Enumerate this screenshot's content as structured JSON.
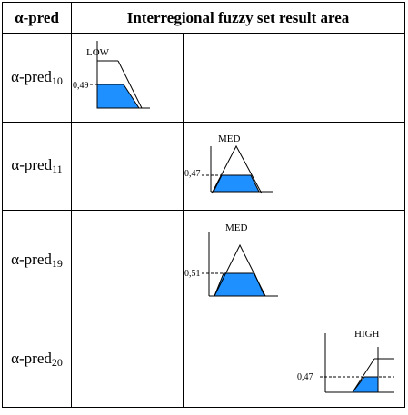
{
  "table": {
    "header": {
      "col1": "α-pred",
      "col2": "Interregional  fuzzy set result area"
    },
    "rows": [
      {
        "label_base": "α-pred",
        "label_sub": "10",
        "set_label": "LOW",
        "level": "0,49",
        "level_value": 0.49,
        "shape": "low",
        "column": 1
      },
      {
        "label_base": "α-pred",
        "label_sub": "11",
        "set_label": "MED",
        "level": "0,47",
        "level_value": 0.47,
        "shape": "med",
        "column": 2
      },
      {
        "label_base": "α-pred",
        "label_sub": "19",
        "set_label": "MED",
        "level": "0,51",
        "level_value": 0.51,
        "shape": "med",
        "column": 2
      },
      {
        "label_base": "α-pred",
        "label_sub": "20",
        "set_label": "HIGH",
        "level": "0,47",
        "level_value": 0.47,
        "shape": "high",
        "column": 3
      }
    ]
  },
  "colors": {
    "fill": "#1e90ff",
    "line": "#000000"
  }
}
